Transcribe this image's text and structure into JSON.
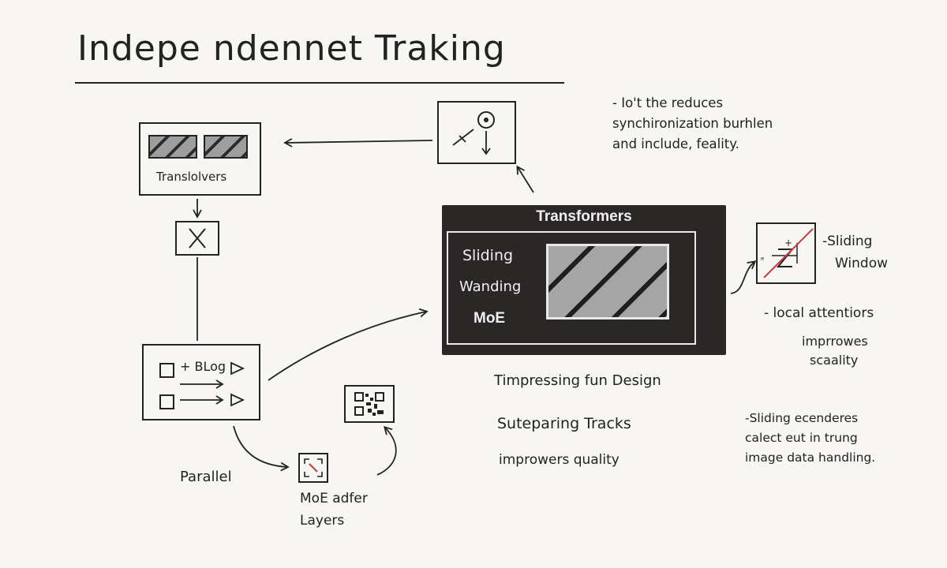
{
  "title": "Indepe ndennet Traking",
  "left_top_box": {
    "label": "Translolvers"
  },
  "blog_box": {
    "row1_label": "+ BLog"
  },
  "parallel_label": "Parallel",
  "moe_label": {
    "line1": "MoE adfer",
    "line2": "Layers"
  },
  "top_note": {
    "line1": "- Io't the reduces",
    "line2": "synchironization burhlen",
    "line3": "and include, feality."
  },
  "transformers": {
    "header": "Transformers",
    "item1": "Sliding",
    "item2": "Wanding",
    "item3": "MoE"
  },
  "mid_notes": {
    "line1": "Timpressing fun Design",
    "line2": "Suteparing Tracks",
    "line3": "improwers quality"
  },
  "sliding_window_note": {
    "line1": "-Sliding",
    "line2": "Window"
  },
  "local_note": {
    "line1": "- local attentiors",
    "line2": "imprrowes",
    "line3": "scaality"
  },
  "bottom_right_note": {
    "line1": "-Sliding ecenderes",
    "line2": "calect eut in trung",
    "line3": "image data handling."
  }
}
